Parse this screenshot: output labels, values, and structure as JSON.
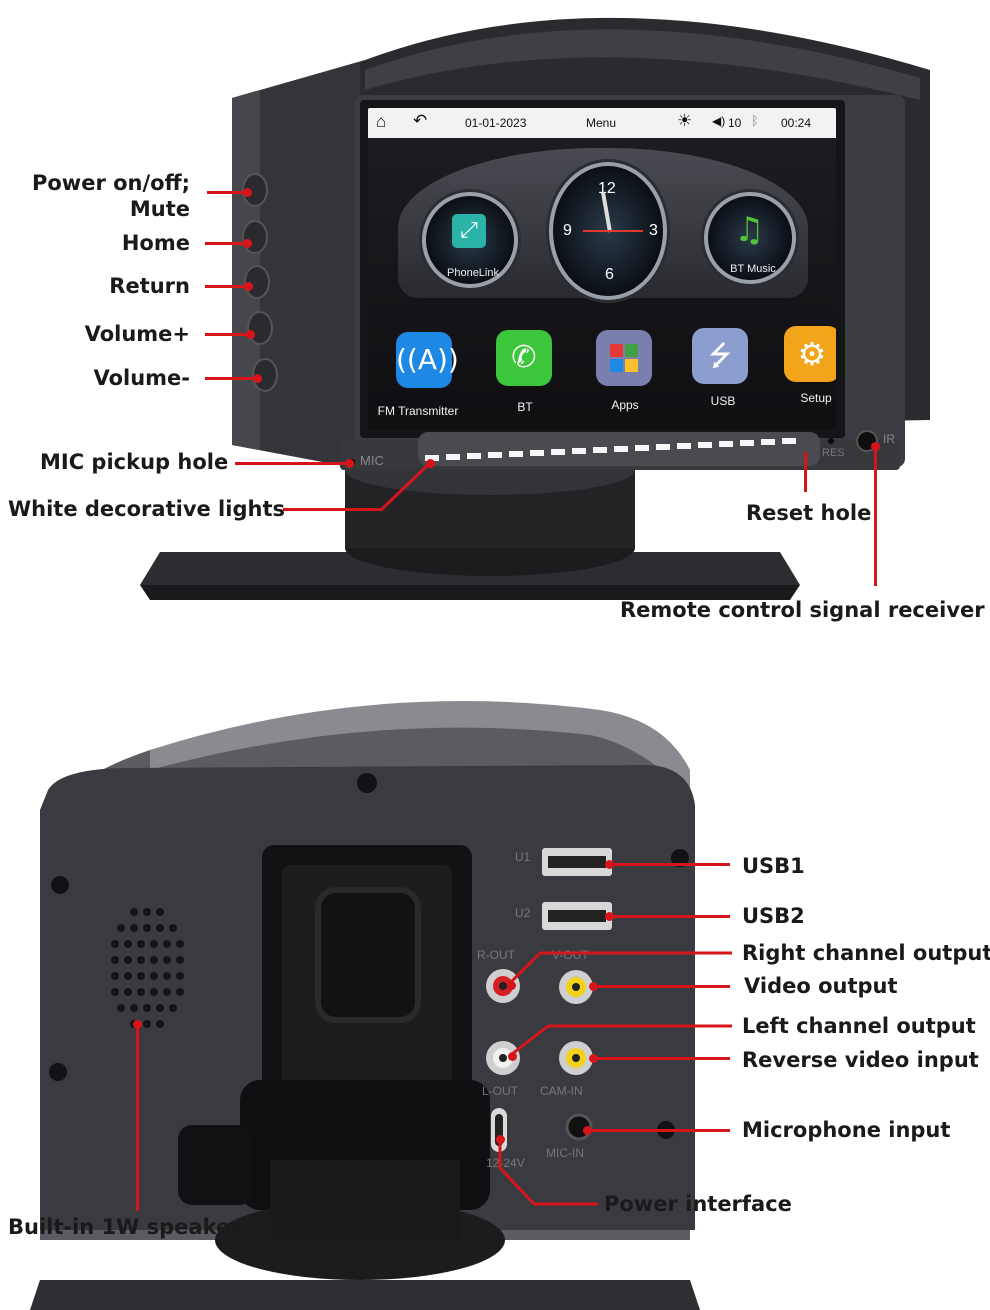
{
  "screen": {
    "status_bar": {
      "home_icon": "home-icon",
      "back_icon": "back-icon",
      "date": "01-01-2023",
      "menu": "Menu",
      "brightness_icon": "sun-icon",
      "volume": "10",
      "bluetooth_icon": "bluetooth-icon",
      "time": "00:24"
    },
    "hub": {
      "left": "PhoneLink",
      "right": "BT Music",
      "clock_numbers": [
        "12",
        "3",
        "6",
        "9"
      ]
    },
    "apps": [
      {
        "label": "FM Transmitter",
        "icon": "antenna-icon",
        "color": "#1e88e5"
      },
      {
        "label": "BT",
        "icon": "phone-icon",
        "color": "#3cc63c"
      },
      {
        "label": "Apps",
        "icon": "grid-icon",
        "color": "#7a7fae"
      },
      {
        "label": "USB",
        "icon": "usb-icon",
        "color": "#8c9ed0"
      },
      {
        "label": "Setup",
        "icon": "gear-icon",
        "color": "#f2a51b"
      }
    ]
  },
  "device_markings": {
    "mic": "MIC",
    "res": "RES",
    "ir": "IR",
    "u1": "U1",
    "u2": "U2",
    "r_out": "R-OUT",
    "v_out": "V-OUT",
    "l_out": "L-OUT",
    "cam_in": "CAM-IN",
    "power": "12-24V",
    "mic_in": "MIC-IN"
  },
  "callouts": {
    "power": "Power on/off;",
    "mute": "Mute",
    "home": "Home",
    "return": "Return",
    "vol_up": "Volume+",
    "vol_down": "Volume-",
    "mic_hole": "MIC pickup hole",
    "lights": "White decorative lights",
    "reset": "Reset hole",
    "remote": "Remote control signal receiver",
    "usb1": "USB1",
    "usb2": "USB2",
    "right_ch": "Right channel output",
    "video": "Video output",
    "left_ch": "Left channel output",
    "reverse": "Reverse video input",
    "mic_input": "Microphone input",
    "power_if": "Power interface",
    "speaker": "Built-in 1W speaker"
  },
  "colors": {
    "accent": "#d8141b",
    "device": "#3a3b3f"
  }
}
